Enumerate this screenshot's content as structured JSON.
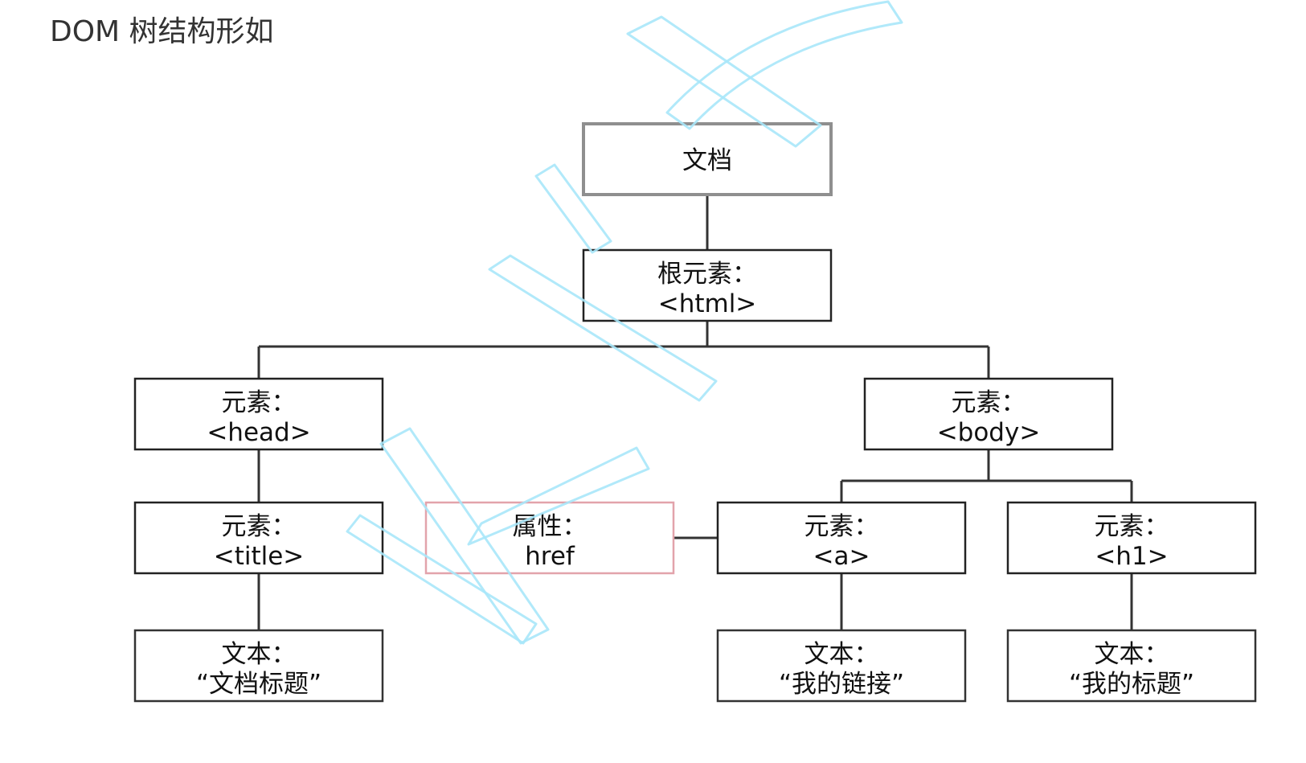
{
  "heading": "DOM 树结构形如",
  "tree": {
    "document": {
      "label": "文档"
    },
    "html": {
      "line1": "根元素：",
      "line2": "<html>"
    },
    "head": {
      "line1": "元素：",
      "line2": "<head>"
    },
    "body": {
      "line1": "元素：",
      "line2": "<body>"
    },
    "title": {
      "line1": "元素：",
      "line2": "<title>"
    },
    "href": {
      "line1": "属性：",
      "line2": "href"
    },
    "a": {
      "line1": "元素：",
      "line2": "<a>"
    },
    "h1": {
      "line1": "元素：",
      "line2": "<h1>"
    },
    "text_title": {
      "line1": "文本：",
      "line2": "“文档标题”"
    },
    "text_a": {
      "line1": "文本：",
      "line2": "“我的链接”"
    },
    "text_h1": {
      "line1": "文本：",
      "line2": "“我的标题”"
    }
  },
  "colors": {
    "document_border": "#8f8f8f",
    "element_border": "#222222",
    "attribute_border": "#e2a3ab",
    "text_border": "#333333",
    "watermark": "#a9e7f9"
  }
}
